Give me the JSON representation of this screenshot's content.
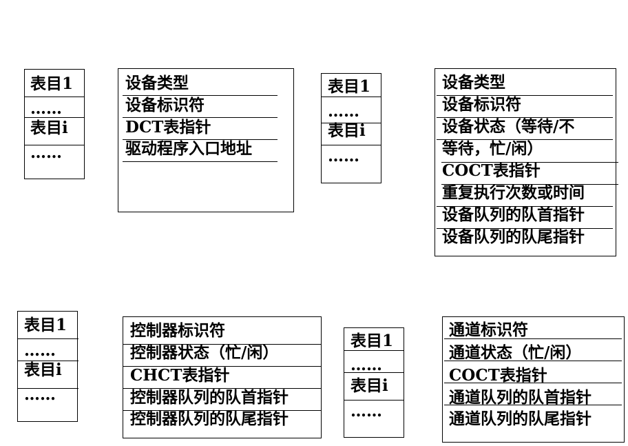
{
  "sdt_tables": [
    {
      "rows": [
        "表目1",
        "……",
        "表目i",
        "……"
      ]
    },
    {
      "rows": [
        "表目1",
        "……",
        "表目i",
        "……"
      ]
    },
    {
      "rows": [
        "表目1",
        "……",
        "表目i",
        "……"
      ]
    },
    {
      "rows": [
        "表目1",
        "……",
        "表目i",
        "……"
      ]
    }
  ],
  "dct": {
    "rows": [
      "设备类型",
      "设备标识符",
      "DCT表指针",
      "驱动程序入口地址"
    ]
  },
  "device_table": {
    "rows": [
      "设备类型",
      "设备标识符",
      "设备状态（等待/不",
      "等待，忙/闲）",
      "COCT表指针",
      "重复执行次数或时间",
      "设备队列的队首指针",
      "设备队列的队尾指针"
    ]
  },
  "coct": {
    "rows": [
      "控制器标识符",
      "控制器状态（忙/闲）",
      "CHCT表指针",
      "控制器队列的队首指针",
      "控制器队列的队尾指针"
    ]
  },
  "chct": {
    "rows": [
      "通道标识符",
      "通道状态（忙/闲）",
      "COCT表指针",
      "通道队列的队首指针",
      "通道队列的队尾指针"
    ]
  }
}
